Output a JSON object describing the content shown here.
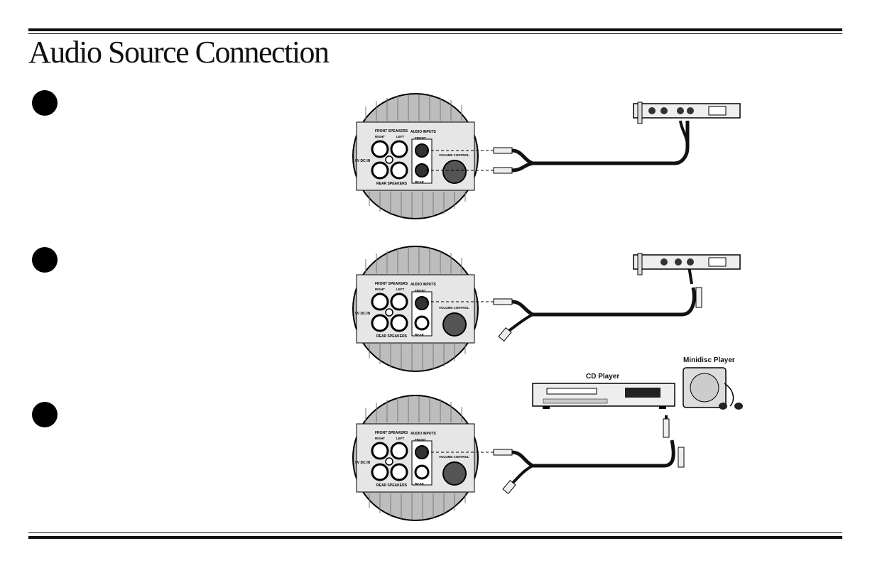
{
  "page": {
    "title": "Audio Source Connection"
  },
  "panel_labels": {
    "front_speakers": "FRONT SPEAKERS",
    "right": "RIGHT",
    "left": "LEFT",
    "audio_inputs": "AUDIO INPUTS",
    "front": "FRONT",
    "rear": "REAR",
    "rear_speakers": "REAR SPEAKERS",
    "volume_control": "VOLUME CONTROL",
    "dc_in": "9V DC IN"
  },
  "devices": {
    "cd_player": "CD Player",
    "minidisc_player": "Minidisc Player"
  }
}
